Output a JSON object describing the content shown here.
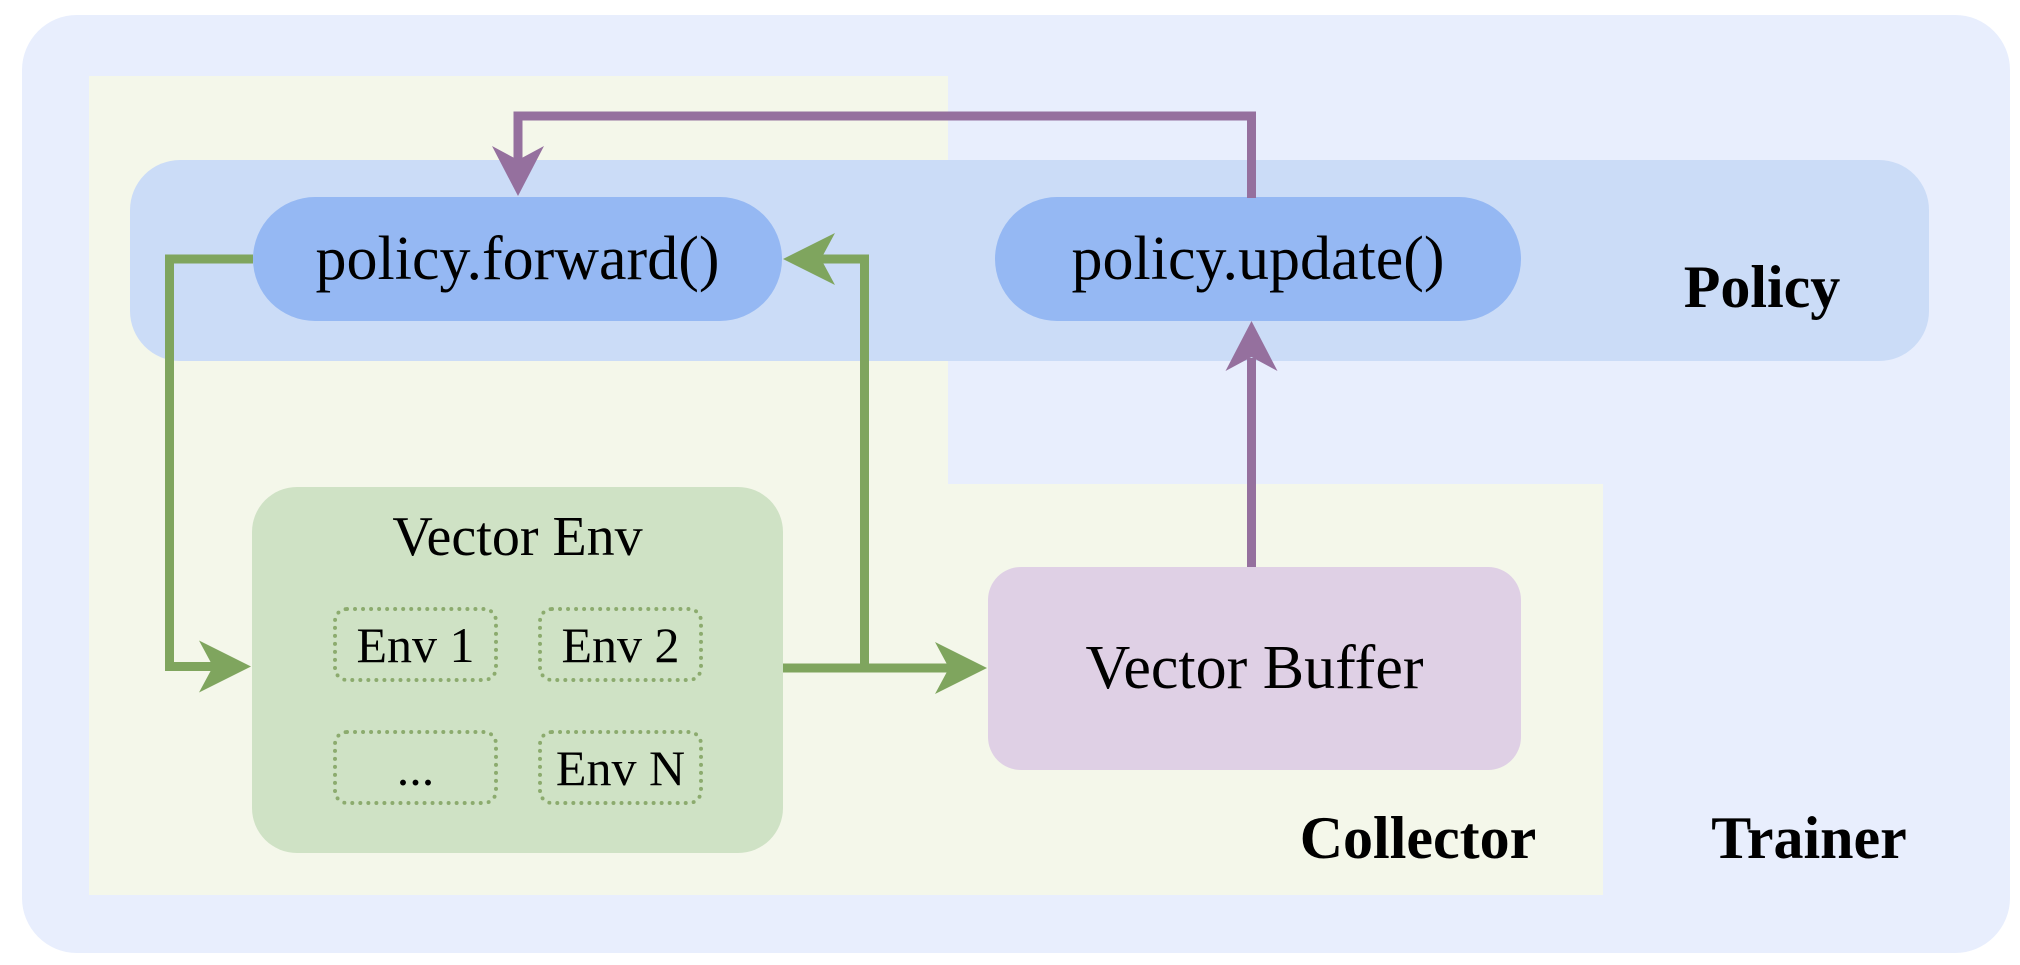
{
  "colors": {
    "page_bg": "#ffffff",
    "trainer_bg": "#e8eefd",
    "collector_bg": "#f4f7ea",
    "policy_band_bg": "#cbdcf7",
    "pill_bg": "#95b8f3",
    "vector_env_bg": "#cfe2c5",
    "env_border": "#8cab6e",
    "buffer_bg": "#dfd0e5",
    "green_arrow": "#7fa55e",
    "purple_arrow": "#95709e",
    "text": "#000000"
  },
  "nodes": {
    "policy_forward": {
      "label": "policy.forward()"
    },
    "policy_update": {
      "label": "policy.update()"
    },
    "vector_env": {
      "title": "Vector Env",
      "envs": [
        "Env 1",
        "Env 2",
        "...",
        "Env N"
      ]
    },
    "vector_buffer": {
      "label": "Vector Buffer"
    }
  },
  "regions": {
    "policy": "Policy",
    "collector": "Collector",
    "trainer": "Trainer"
  }
}
